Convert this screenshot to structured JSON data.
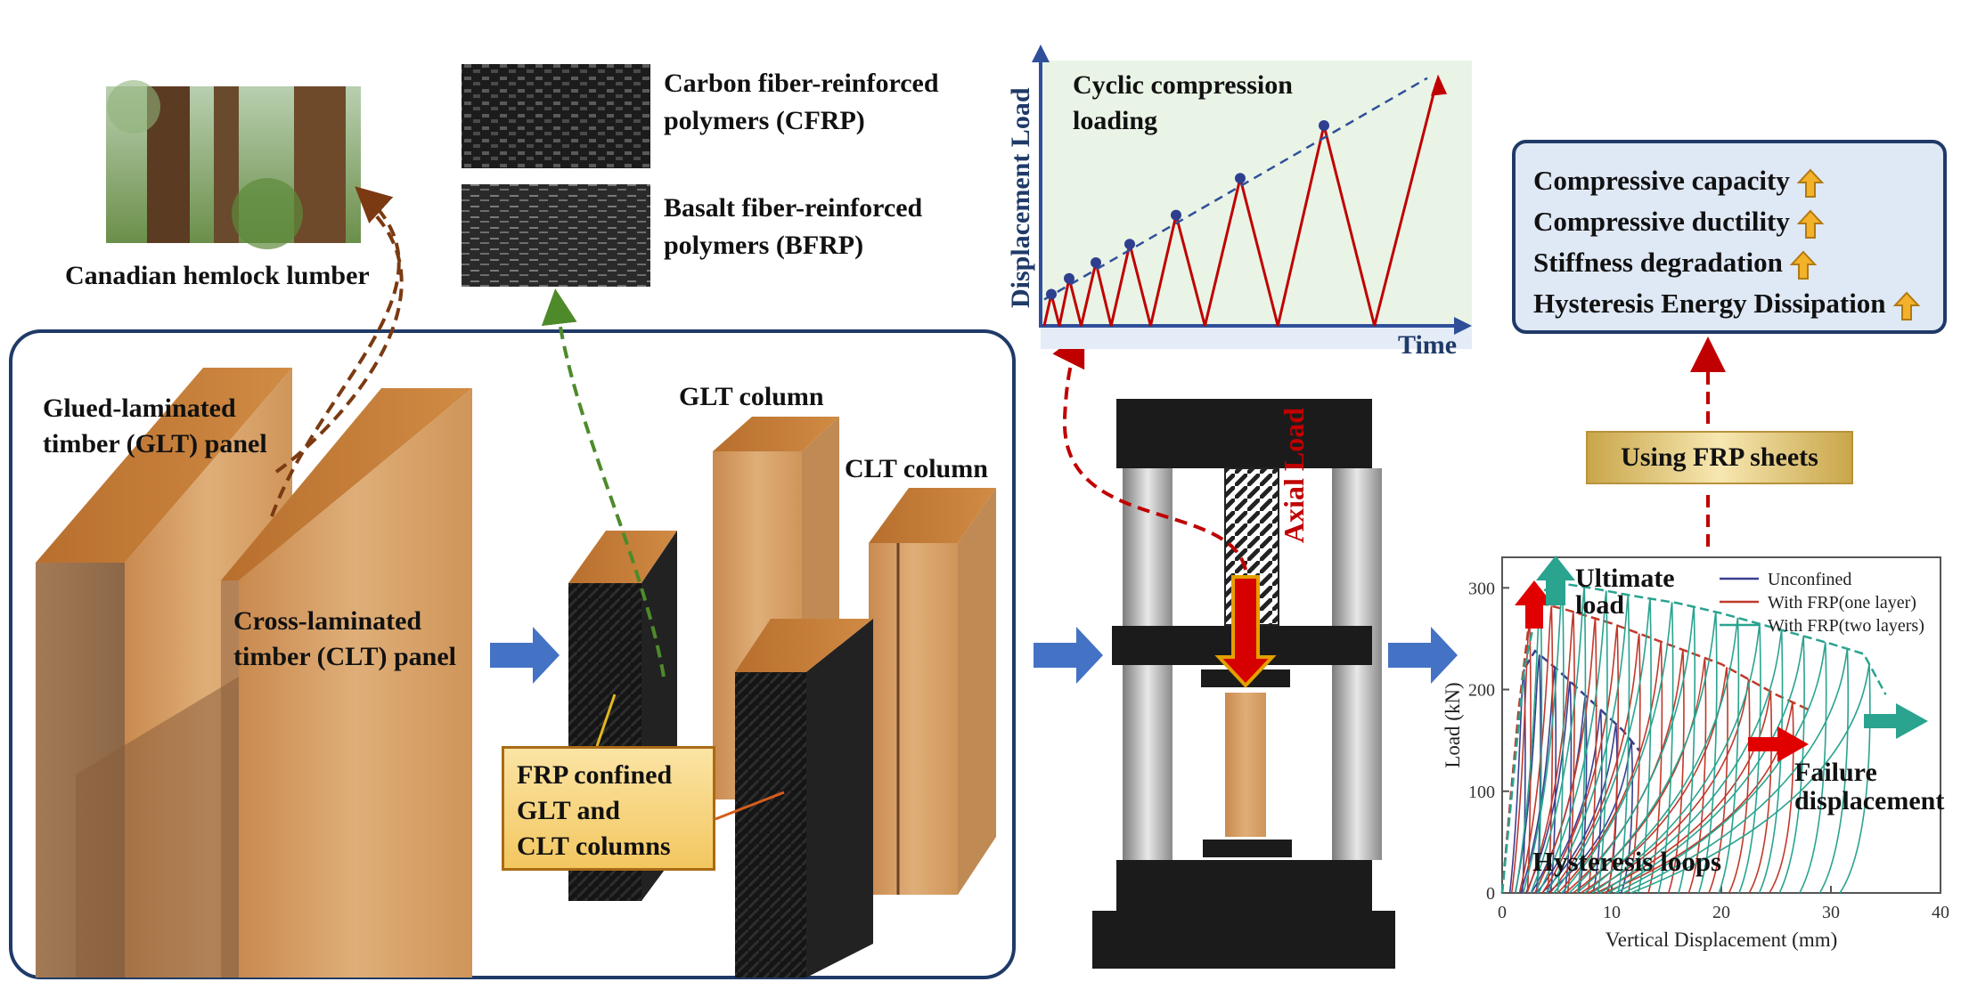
{
  "labels": {
    "hemlock": "Canadian hemlock lumber",
    "cfrp_1": "Carbon fiber-reinforced",
    "cfrp_2": "polymers (CFRP)",
    "bfrp_1": "Basalt fiber-reinforced",
    "bfrp_2": "polymers (BFRP)",
    "glt_panel_1": "Glued-laminated",
    "glt_panel_2": "timber (GLT) panel",
    "clt_panel_1": "Cross-laminated",
    "clt_panel_2": "timber (CLT) panel",
    "glt_column": "GLT column",
    "clt_column": "CLT column",
    "frp_box_1": "FRP confined",
    "frp_box_2": "GLT and",
    "frp_box_3": "CLT columns",
    "axial_load": "Axial Load",
    "using_frp": "Using FRP sheets",
    "ultimate_1": "Ultimate",
    "ultimate_2": "load",
    "failure_1": "Failure",
    "failure_2": "displacement",
    "hysteresis": "Hysteresis loops"
  },
  "benefits": [
    "Compressive capacity",
    "Compressive ductility",
    "Stiffness degradation",
    "Hysteresis Energy Dissipation"
  ],
  "colors": {
    "accent_blue": "#4472c4",
    "frame_navy": "#1f3a68",
    "red": "#c00000",
    "teal": "#2aa38f",
    "green_dash": "#4e8a2a",
    "brown_dash": "#7b3a12",
    "wood": "#d9a066"
  },
  "chart_data": [
    {
      "type": "line",
      "title": "Cyclic compression loading",
      "ylabel": "Displacement  Load",
      "xlabel": "Time",
      "peaks_fraction": [
        0.12,
        0.18,
        0.24,
        0.31,
        0.42,
        0.56,
        0.76,
        0.92
      ],
      "grid": false
    },
    {
      "type": "line",
      "xlabel": "Vertical Displacement (mm)",
      "ylabel": "Load (kN)",
      "xlim": [
        0,
        40
      ],
      "ylim": [
        0,
        330
      ],
      "xticks": [
        0,
        10,
        20,
        30,
        40
      ],
      "yticks": [
        0,
        100,
        200,
        300
      ],
      "legend_position": "top-right",
      "series": [
        {
          "name": "Unconfined",
          "color": "#3a3f8f",
          "envelope_x": [
            0,
            1.0,
            2.0,
            3.0,
            5,
            7,
            9,
            11,
            12.5
          ],
          "envelope_y": [
            0,
            120,
            220,
            238,
            220,
            200,
            180,
            160,
            140
          ]
        },
        {
          "name": "With FRP(one layer)",
          "color": "#c0392b",
          "envelope_x": [
            0,
            1.5,
            2.5,
            3.5,
            6,
            10,
            15,
            20,
            25,
            28
          ],
          "envelope_y": [
            0,
            180,
            270,
            285,
            278,
            265,
            245,
            225,
            195,
            180
          ]
        },
        {
          "name": "With FRP(two layers)",
          "color": "#2aa38f",
          "envelope_x": [
            0,
            2,
            3.5,
            5,
            8,
            12,
            16,
            20,
            25,
            30,
            33,
            35
          ],
          "envelope_y": [
            0,
            220,
            295,
            305,
            300,
            292,
            285,
            275,
            260,
            245,
            235,
            195
          ]
        }
      ]
    }
  ]
}
